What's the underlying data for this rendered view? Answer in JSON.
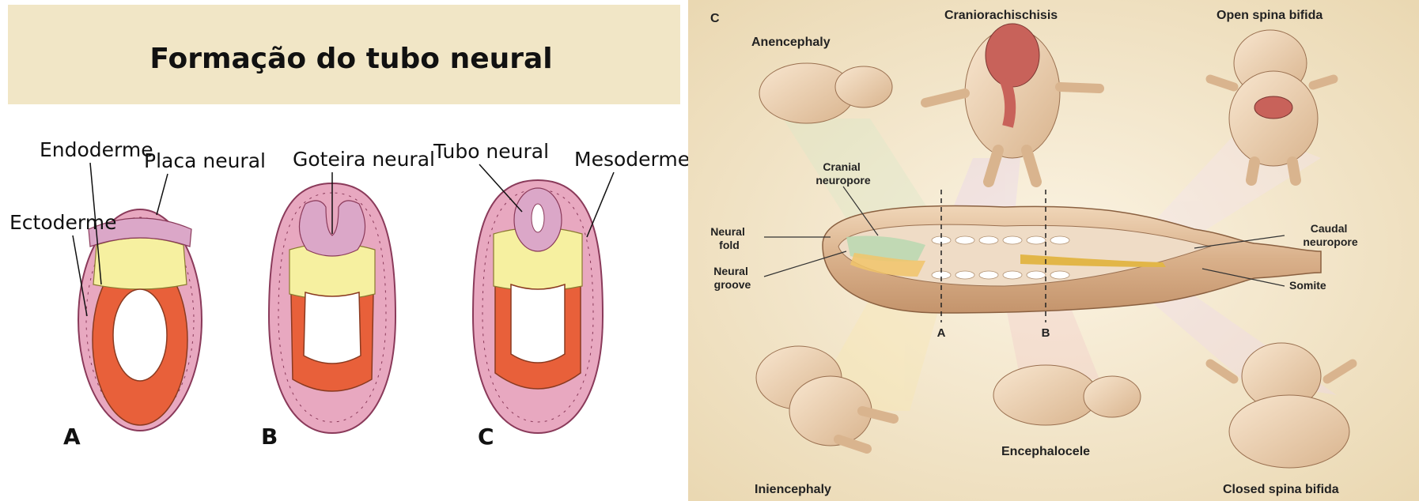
{
  "left_panel": {
    "title": "Formação do tubo neural",
    "labels": {
      "endoderme": "Endoderme",
      "placa_neural": "Placa neural",
      "ectoderme": "Ectoderme",
      "goteira_neural": "Goteira neural",
      "tubo_neural": "Tubo neural",
      "mesoderme": "Mesoderme"
    },
    "stage_letters": [
      "A",
      "B",
      "C"
    ],
    "colors": {
      "banner": "#f1e6c6",
      "ectoderm": "#e8a8c0",
      "neural": "#dba7c8",
      "mesoderm_yellow": "#f6f0a0",
      "endoderm": "#e8603a",
      "cavity": "#ffffff"
    }
  },
  "right_panel": {
    "panel_letter": "C",
    "labels": {
      "anencephaly": "Anencephaly",
      "craniorachischisis": "Craniorachischisis",
      "open_spina_bifida": "Open spina bifida",
      "cranial_neuropore": "Cranial\nneuropore",
      "neural_fold": "Neural\nfold",
      "neural_groove": "Neural\ngroove",
      "caudal_neuropore": "Caudal\nneuropore",
      "somite": "Somite",
      "section_a": "A",
      "section_b": "B",
      "iniencephaly": "Iniencephaly",
      "encephalocele": "Encephalocele",
      "closed_spina_bifida": "Closed spina bifida"
    },
    "colors": {
      "background": "#f4e8cf",
      "embryo": "#e8c7a4",
      "skin": "#f3d9ba",
      "lesion": "#c8625a"
    }
  }
}
